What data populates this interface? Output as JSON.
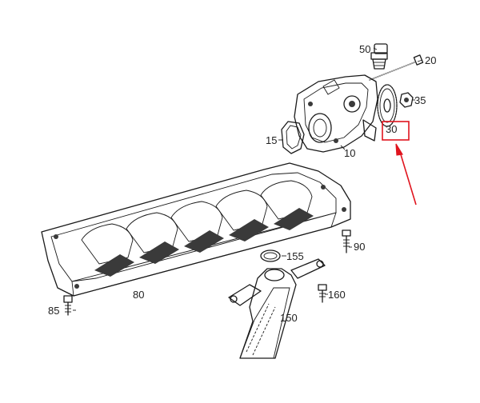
{
  "diagram": {
    "labels": {
      "pump": "10",
      "gasket": "15",
      "bolt": "20",
      "gear": "30",
      "nut": "35",
      "sender": "50",
      "pan_frame": "80",
      "screw_left": "85",
      "screw_right": "90",
      "pickup": "150",
      "oring": "155",
      "screw_pickup": "160"
    },
    "highlight": {
      "part": "30",
      "color": "#e0141e"
    },
    "colors": {
      "arrow": "#e0141e",
      "line": "#1a1a1a"
    }
  }
}
